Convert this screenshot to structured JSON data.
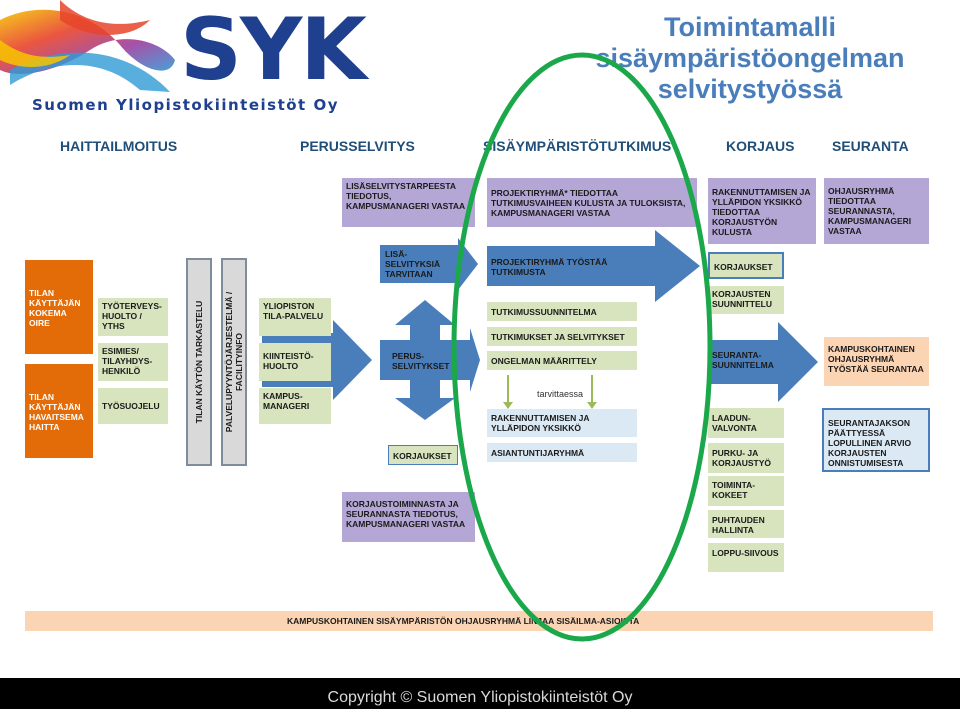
{
  "header": {
    "logo_text": "SYK",
    "logo_subtitle": "Suomen Yliopistokiinteistöt Oy",
    "title_line1": "Toimintamalli",
    "title_line2": "sisäympäristöongelman",
    "title_line3": "selvitystyössä"
  },
  "phases": [
    "HAITTAILMOITUS",
    "PERUSSELVITYS",
    "SISÄYMPÄRISTÖTUTKIMUS",
    "KORJAUS",
    "SEURANTA"
  ],
  "left": {
    "orange1": "TILAN KÄYTTÄJÄN KOKEMA OIRE",
    "orange2": "TILAN KÄYTTÄJÄN HAVAITSEMA HAITTA",
    "items": [
      "TYÖTERVEYS-HUOLTO / YTHS",
      "ESIMIES/ TILAYHDYS-HENKILÖ",
      "TYÖSUOJELU"
    ],
    "bar1": "TILAN KÄYTÖN TARKASTELU",
    "bar2": "PALVELUPYYNTÖJÄRJESTELMÄ / FACILITYINFO"
  },
  "perus": {
    "items": [
      "YLIOPISTON TILA-PALVELU",
      "KIINTEISTÖ-HUOLTO",
      "KAMPUS-MANAGERI"
    ],
    "top_box": "LISÄSELVITYSTARPEESTA TIEDOTUS, KAMPUSMANAGERI VASTAA",
    "lisa_label": "LISÄ-SELVITYKSIÄ TARVITAAN",
    "cross_label": "PERUS-SELVITYKSET",
    "korjaukset": "KORJAUKSET",
    "bottom_box": "KORJAUSTOIMINNASTA JA SEURANNASTA TIEDOTUS, KAMPUSMANAGERI VASTAA"
  },
  "tutkimus": {
    "top_box": "PROJEKTIRYHMÄ* TIEDOTTAA TUTKIMUSVAIHEEN KULUSTA JA TULOKSISTA, KAMPUSMANAGERI VASTAA",
    "arrow_label": "PROJEKTIRYHMÄ TYÖSTÄÄ TUTKIMUSTA",
    "items": [
      "TUTKIMUSSUUNNITELMA",
      "TUTKIMUKSET JA SELVITYKSET",
      "ONGELMAN MÄÄRITTELY"
    ],
    "tarvittaessa": "tarvittaessa",
    "lower": [
      "RAKENNUTTAMISEN JA YLLÄPIDON YKSIKKÖ",
      "ASIANTUNTIJARYHMÄ"
    ]
  },
  "korjaus": {
    "top_box": "RAKENNUTTAMISEN JA YLLÄPIDON YKSIKKÖ TIEDOTTAA KORJAUSTYÖN KULUSTA",
    "korjaukset": "KORJAUKSET",
    "suunnittelu": "KORJAUSTEN SUUNNITTELU",
    "seuranta": "SEURANTA-SUUNNITELMA",
    "items": [
      "LAADUN-VALVONTA",
      "PURKU- JA KORJAUSTYÖ",
      "TOIMINTA-KOKEET",
      "PUHTAUDEN HALLINTA",
      "LOPPU-SIIVOUS"
    ]
  },
  "seuranta": {
    "top_box": "OHJAUSRYHMÄ TIEDOTTAA SEURANNASTA, KAMPUSMANAGERI VASTAA",
    "box1": "KAMPUSKOHTAINEN OHJAUSRYHMÄ TYÖSTÄÄ SEURANTAA",
    "box2": "SEURANTAJAKSON PÄÄTTYESSÄ LOPULLINEN ARVIO KORJAUSTEN ONNISTUMISESTA"
  },
  "bottom_bar": "KAMPUSKOHTAINEN SISÄYMPÄRISTÖN OHJAUSRYHMÄ LINJAA SISÄILMA-ASIOISTA",
  "footer": "Copyright © Suomen Yliopistokiinteistöt Oy",
  "colors": {
    "arrow_blue": "#4a7ebb",
    "purple_box": "#b4a7d6",
    "green_box": "#d7e4bd",
    "orange_box": "#e36c09",
    "ellipse_green": "#1aa84a"
  }
}
